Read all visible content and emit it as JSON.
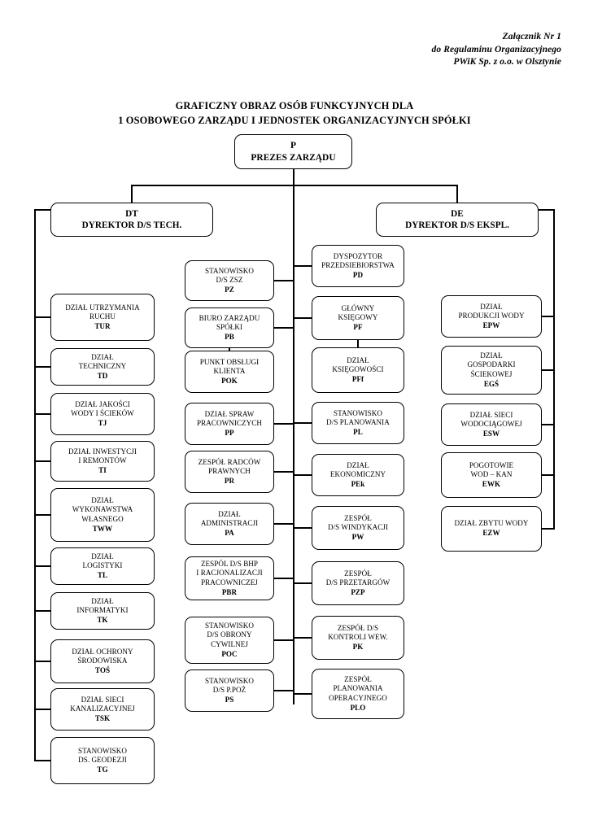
{
  "document": {
    "header_lines": [
      "Załącznik Nr 1",
      "do Regulaminu Organizacyjnego",
      "PWiK Sp. z o.o. w Olsztynie"
    ],
    "title_lines": [
      "GRAFICZNY OBRAZ OSÓB FUNKCYJNYCH DLA",
      "1 OSOBOWEGO ZARZĄDU I JEDNOSTEK ORGANIZACYJNYCH SPÓŁKI"
    ]
  },
  "chart_data": {
    "type": "diagram",
    "title": "GRAFICZNY OBRAZ OSÓB FUNKCYJNYCH DLA 1 OSOBOWEGO ZARZĄDU I JEDNOSTEK ORGANIZACYJNYCH SPÓŁKI",
    "root": {
      "code": "P",
      "name": "PREZES ZARZĄDU"
    },
    "directors": [
      {
        "code": "DT",
        "name": "DYREKTOR D/S TECH."
      },
      {
        "code": "DE",
        "name": "DYREKTOR D/S EKSPL."
      }
    ],
    "columns": [
      {
        "id": "technical",
        "parent": "DT",
        "nodes": [
          {
            "code": "TUR",
            "lines": [
              "DZIAŁ UTRZYMANIA",
              "RUCHU"
            ]
          },
          {
            "code": "TD",
            "lines": [
              "DZIAŁ",
              "TECHNICZNY"
            ]
          },
          {
            "code": "TJ",
            "lines": [
              "DZIAŁ JAKOŚCI",
              "WODY I ŚCIEKÓW"
            ]
          },
          {
            "code": "TI",
            "lines": [
              "DZIAŁ INWESTYCJI",
              "I REMONTÓW"
            ]
          },
          {
            "code": "TWW",
            "lines": [
              "DZIAŁ",
              "WYKONAWSTWA",
              "WŁASNEGO"
            ]
          },
          {
            "code": "TL",
            "lines": [
              "DZIAŁ",
              "LOGISTYKI"
            ]
          },
          {
            "code": "TK",
            "lines": [
              "DZIAŁ",
              "INFORMATYKI"
            ]
          },
          {
            "code": "TOŚ",
            "lines": [
              "DZIAŁ OCHRONY",
              "ŚRODOWISKA"
            ]
          },
          {
            "code": "TSK",
            "lines": [
              "DZIAŁ SIECI",
              "KANALIZACYJNEJ"
            ]
          },
          {
            "code": "TG",
            "lines": [
              "STANOWISKO",
              "DS. GEODEZJI"
            ]
          }
        ]
      },
      {
        "id": "president-left",
        "parent": "P",
        "nodes": [
          {
            "code": "PZ",
            "lines": [
              "STANOWISKO",
              "D/S ZSZ"
            ]
          },
          {
            "code": "PB",
            "lines": [
              "BIURO ZARZĄDU",
              "SPÓŁKI"
            ]
          },
          {
            "code": "POK",
            "lines": [
              "PUNKT OBSŁUGI",
              "KLIENTA"
            ],
            "parent": "PB"
          },
          {
            "code": "PP",
            "lines": [
              "DZIAŁ SPRAW",
              "PRACOWNICZYCH"
            ]
          },
          {
            "code": "PR",
            "lines": [
              "ZESPÓŁ RADCÓW",
              "PRAWNYCH"
            ]
          },
          {
            "code": "PA",
            "lines": [
              "DZIAŁ",
              "ADMINISTRACJI"
            ]
          },
          {
            "code": "PBR",
            "lines": [
              "ZESPÓL D/S BHP",
              "I RACJONALIZACJI",
              "PRACOWNICZEJ"
            ]
          },
          {
            "code": "POC",
            "lines": [
              "STANOWISKO",
              "D/S OBRONY",
              "CYWILNEJ"
            ]
          },
          {
            "code": "PS",
            "lines": [
              "STANOWISKO",
              "D/S P.POŻ"
            ]
          }
        ]
      },
      {
        "id": "president-right",
        "parent": "P",
        "nodes": [
          {
            "code": "PD",
            "lines": [
              "DYSPOZYTOR",
              "PRZEDSIEBIORSTWA"
            ]
          },
          {
            "code": "PF",
            "lines": [
              "GŁÓWNY",
              "KSIĘGOWY"
            ]
          },
          {
            "code": "PFf",
            "lines": [
              "DZIAŁ",
              "KSIĘGOWOŚCI"
            ],
            "parent": "PF"
          },
          {
            "code": "PL",
            "lines": [
              "STANOWISKO",
              "D/S PLANOWANIA"
            ]
          },
          {
            "code": "PEk",
            "lines": [
              "DZIAŁ",
              "EKONOMICZNY"
            ]
          },
          {
            "code": "PW",
            "lines": [
              "ZESPÓŁ",
              "D/S WINDYKACJI"
            ]
          },
          {
            "code": "PZP",
            "lines": [
              "ZESPÓŁ",
              "D/S PRZETARGÓW"
            ]
          },
          {
            "code": "PK",
            "lines": [
              "ZESPÓŁ D/S",
              "KONTROLI WEW."
            ]
          },
          {
            "code": "PLO",
            "lines": [
              "ZESPÓŁ",
              "PLANOWANIA",
              "OPERACYJNEGO"
            ]
          }
        ]
      },
      {
        "id": "exploitation",
        "parent": "DE",
        "nodes": [
          {
            "code": "EPW",
            "lines": [
              "DZIAŁ",
              "PRODUKCJI WODY"
            ]
          },
          {
            "code": "EGŚ",
            "lines": [
              "DZIAŁ",
              "GOSPODARKI",
              "ŚCIEKOWEJ"
            ]
          },
          {
            "code": "ESW",
            "lines": [
              "DZIAŁ SIECI",
              "WODOCIĄGOWEJ"
            ]
          },
          {
            "code": "EWK",
            "lines": [
              "POGOTOWIE",
              "WOD – KAN"
            ]
          },
          {
            "code": "EZW",
            "lines": [
              "DZIAŁ ZBYTU WODY"
            ]
          }
        ]
      }
    ],
    "colors": {
      "line": "#000000",
      "box_border": "#000000",
      "box_fill": "#ffffff",
      "text": "#000000"
    }
  }
}
